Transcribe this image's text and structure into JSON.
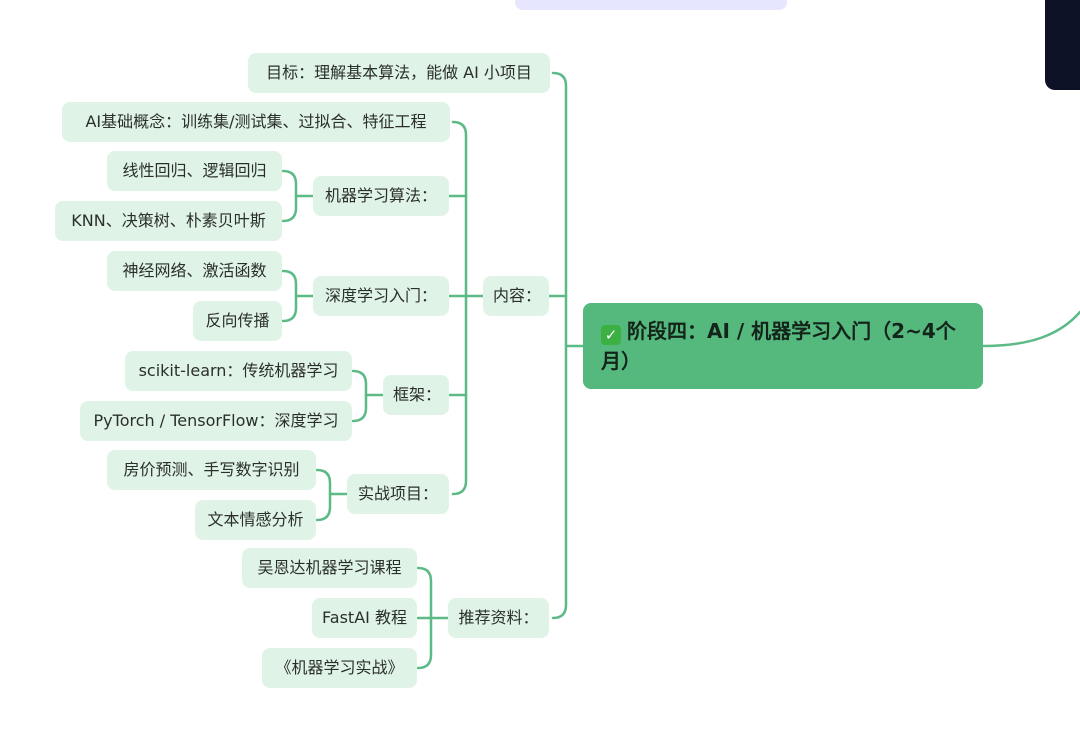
{
  "root": {
    "check_glyph": "✓",
    "title": "阶段四：AI / 机器学习入门（2~4个月）"
  },
  "branches": {
    "goal": "目标：理解基本算法，能做 AI 小项目",
    "content": {
      "label": "内容：",
      "basics": "AI基础概念：训练集/测试集、过拟合、特征工程",
      "ml_algorithms": {
        "label": "机器学习算法：",
        "items": [
          "线性回归、逻辑回归",
          "KNN、决策树、朴素贝叶斯"
        ]
      },
      "deep_learning": {
        "label": "深度学习入门：",
        "items": [
          "神经网络、激活函数",
          "反向传播"
        ]
      },
      "frameworks": {
        "label": "框架：",
        "items": [
          "scikit-learn：传统机器学习",
          "PyTorch / TensorFlow：深度学习"
        ]
      },
      "projects": {
        "label": "实战项目：",
        "items": [
          "房价预测、手写数字识别",
          "文本情感分析"
        ]
      }
    },
    "resources": {
      "label": "推荐资料：",
      "items": [
        "吴恩达机器学习课程",
        "FastAI 教程",
        "《机器学习实战》"
      ]
    }
  },
  "colors": {
    "connector": "#5cba86",
    "node_bg": "#dff3e6",
    "root_bg": "#55b97e"
  }
}
